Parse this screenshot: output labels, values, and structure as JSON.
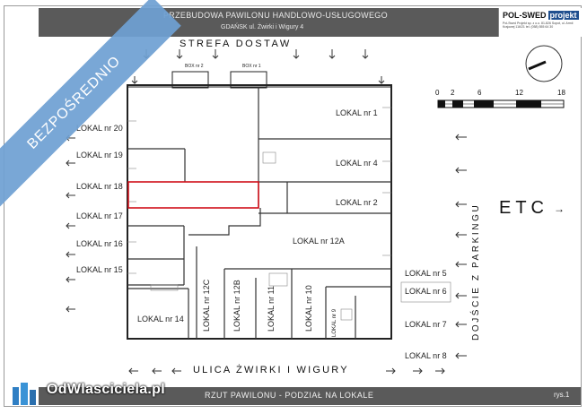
{
  "header": {
    "title": "PRZEBUDOWA PAWILONU HANDLOWO-USŁUGOWEGO",
    "subtitle": "GDAŃSK ul. Żwirki i Wigury  4",
    "brand_name": "POL-SWED",
    "brand_tag": "projekt",
    "brand_address": "Pol-Swed Projekt sp. z o.o. 81-826 Sopot, ul. Armii Krajowej 116/21 tel. (058) 555 64 30"
  },
  "zones": {
    "strefa_dostaw": "STREFA DOSTAW",
    "ulica": "ULICA  ŻWIRKI  I  WIGURY",
    "dojscie": "DOJŚCIE Z PARKINGU",
    "etc": "ETC"
  },
  "boxes": [
    "BOX nr 2",
    "BOX nr 1"
  ],
  "units": {
    "lokal_1": "LOKAL nr 1",
    "lokal_4": "LOKAL nr 4",
    "lokal_2": "LOKAL nr 2",
    "lokal_12a": "LOKAL nr 12A",
    "lokal_20": "LOKAL nr 20",
    "lokal_19": "LOKAL nr 19",
    "lokal_18": "LOKAL nr 18",
    "lokal_17": "LOKAL nr 17",
    "lokal_16": "LOKAL nr 16",
    "lokal_15": "LOKAL nr 15",
    "lokal_14": "LOKAL nr 14",
    "lokal_12c": "LOKAL nr 12C",
    "lokal_12b": "LOKAL nr 12B",
    "lokal_11": "LOKAL nr 11",
    "lokal_10": "LOKAL nr 10",
    "lokal_9": "LOKAL nr 9",
    "lokal_5": "LOKAL nr 5",
    "lokal_6": "LOKAL nr 6",
    "lokal_7": "LOKAL nr 7",
    "lokal_8": "LOKAL nr 8"
  },
  "scale": {
    "ticks": [
      "0",
      "2",
      "6",
      "12",
      "18"
    ]
  },
  "footer": {
    "caption": "RZUT PAWILONU  -   PODZIAŁ NA LOKALE",
    "sheet": "rys.1"
  },
  "banner": "BEZPOŚREDNIO",
  "watermark": "OdWlasciciela.pl",
  "colors": {
    "highlight": "#d0101a",
    "banner": "#6fa0d3",
    "bars": "#5a5a5a",
    "brand": "#1f4f8f"
  }
}
